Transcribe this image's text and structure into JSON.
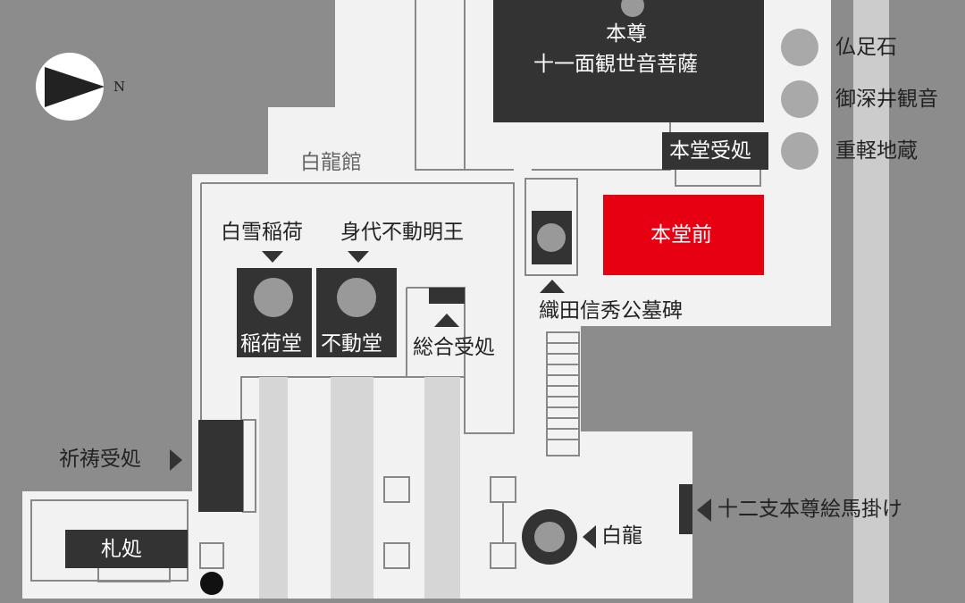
{
  "compass": {
    "label": "N"
  },
  "labels": {
    "honzon_title": "本尊",
    "honzon_name": "十一面観世音菩薩",
    "hondo_uketsuke": "本堂受処",
    "hondo_mae": "本堂前",
    "hakuryukan": "白龍館",
    "shirayuki_inari": "白雪稲荷",
    "migawari_fudo": "身代不動明王",
    "inari_do": "稲荷堂",
    "fudo_do": "不動堂",
    "sogo_uketsuke": "総合受処",
    "oda_nobuhide": "織田信秀公墓碑",
    "kito_uketsuke": "祈祷受処",
    "fudadokoro": "札処",
    "hakuryu": "白龍",
    "eto_ema": "十二支本尊絵馬掛け",
    "bussokuseki": "仏足石",
    "omifukai_kannon": "御深井観音",
    "jukaru_jizo": "重軽地蔵"
  },
  "colors": {
    "highlight": "#e60012",
    "building": "#333333",
    "ground": "#f2f2f2",
    "road": "#8c8c8c"
  }
}
